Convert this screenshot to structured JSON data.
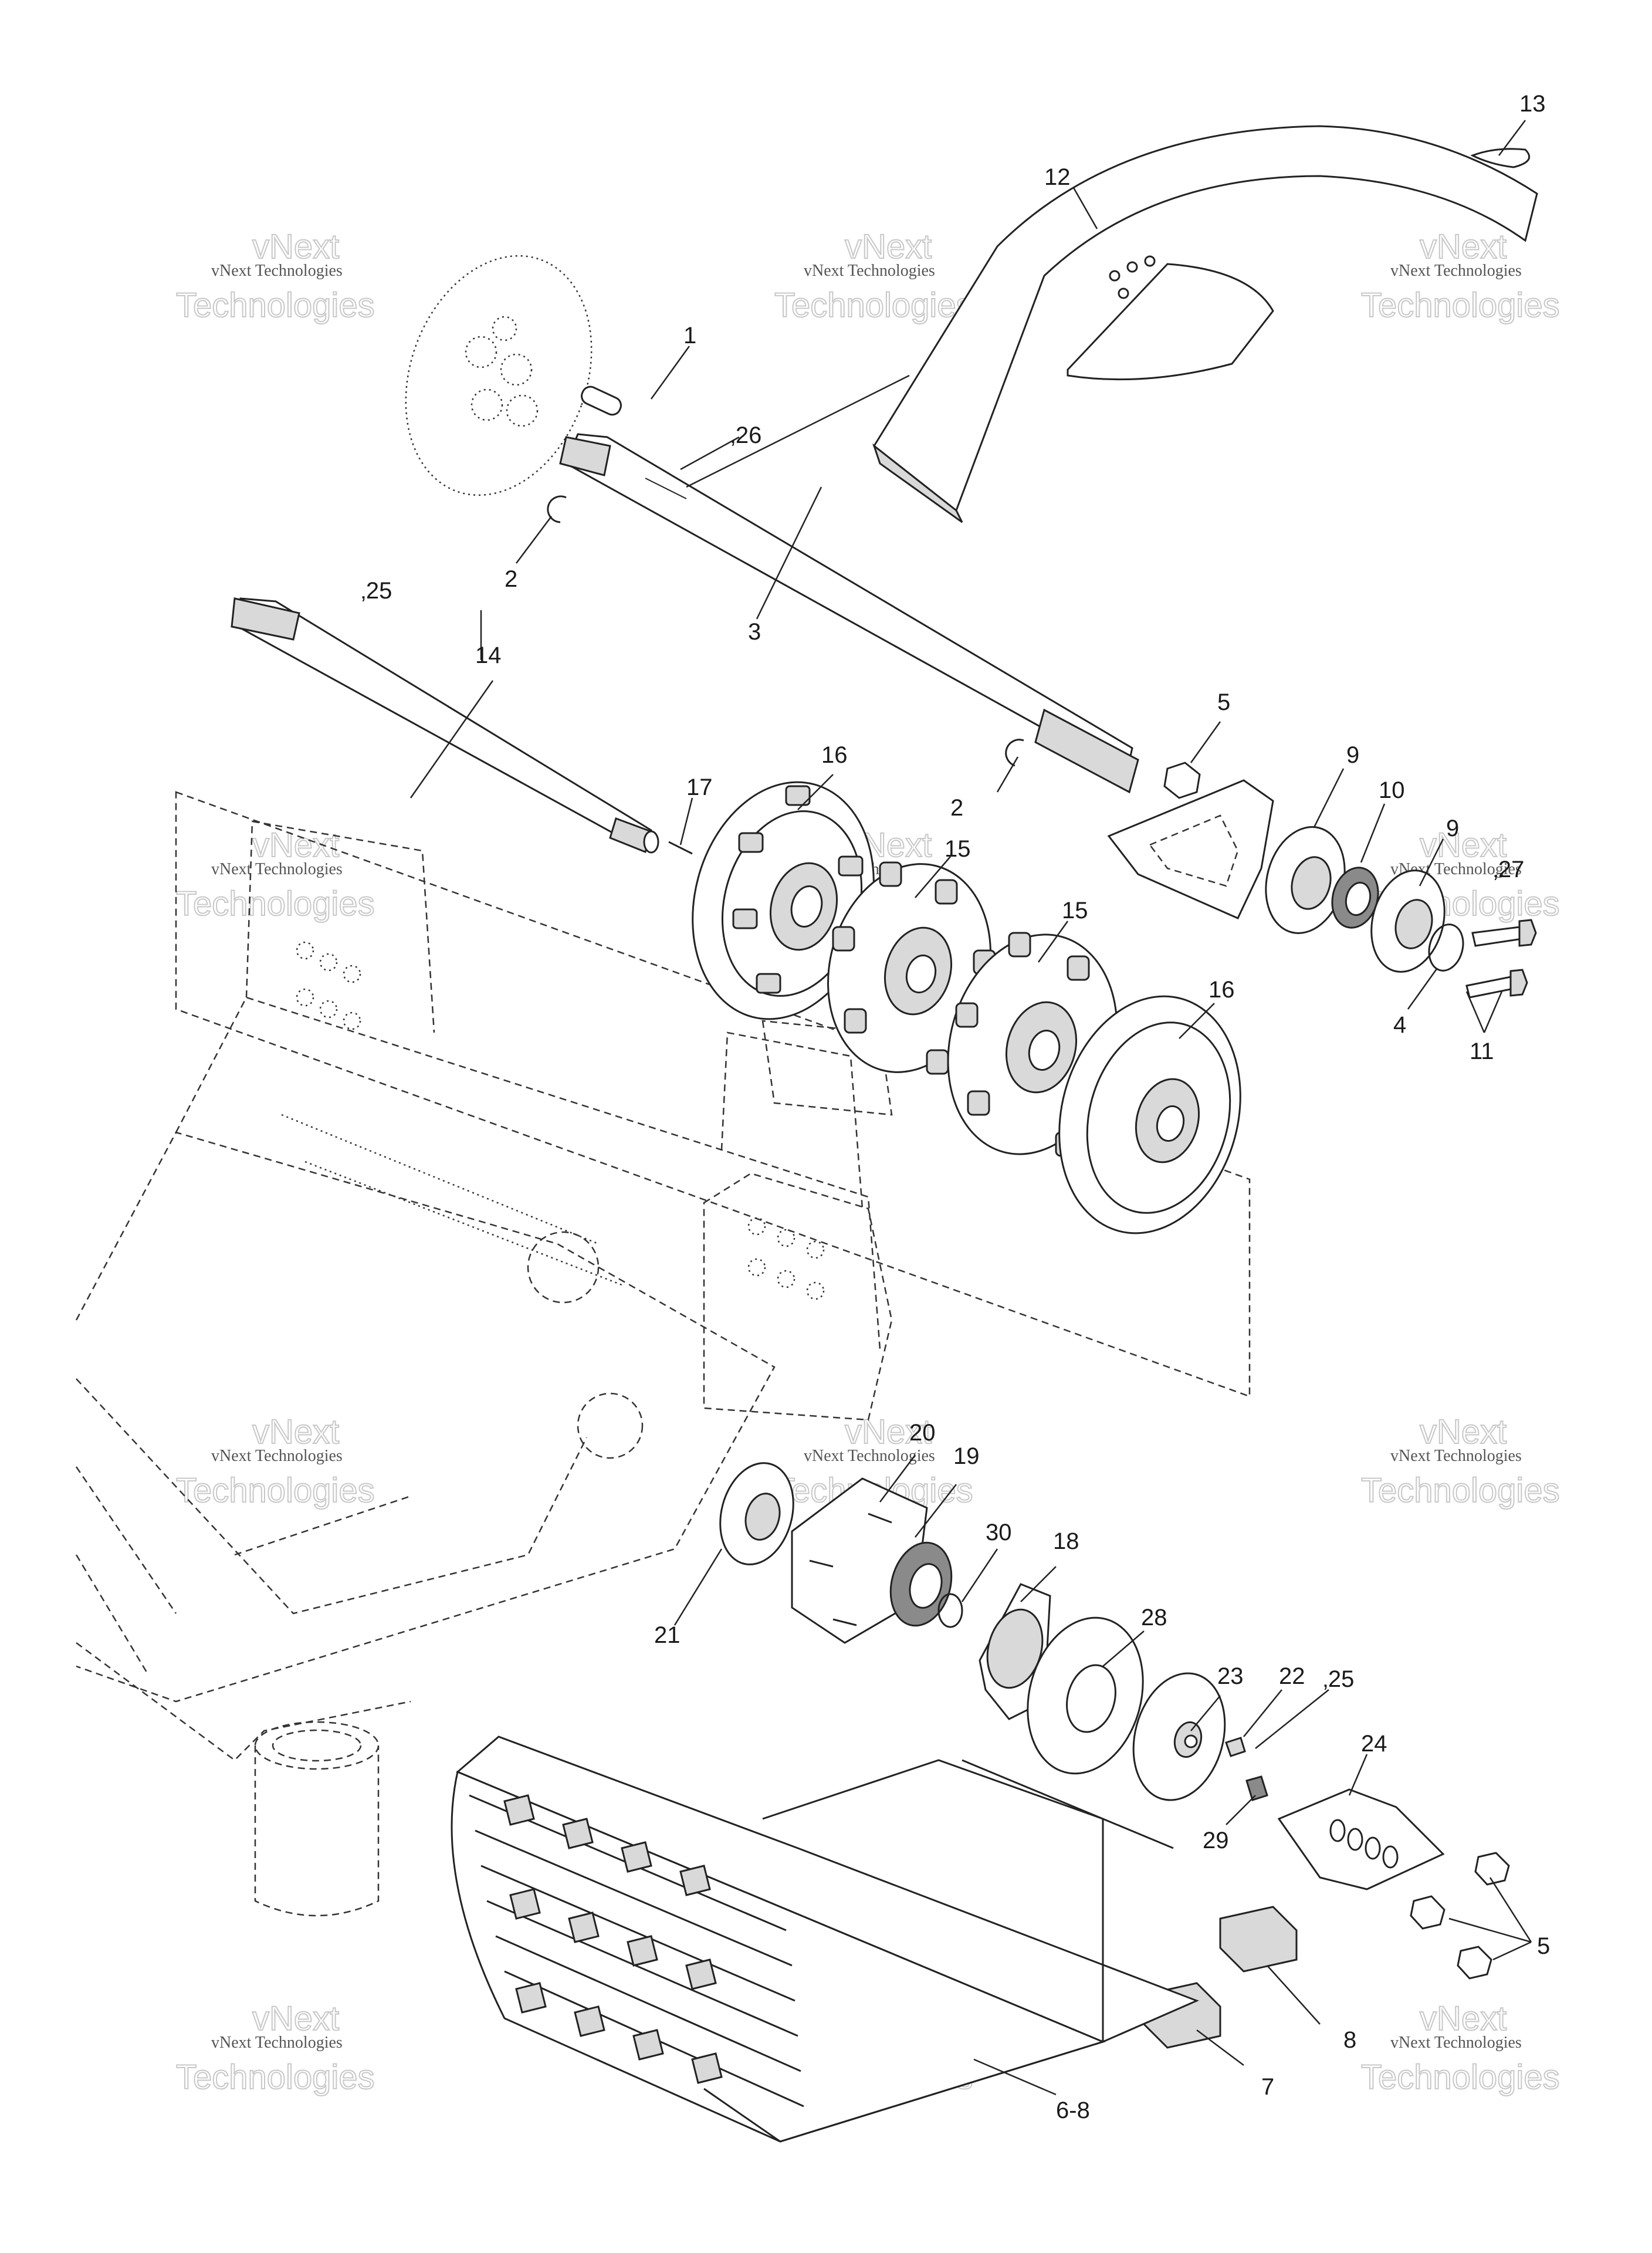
{
  "callouts": {
    "c1": "1",
    "c2a": "2",
    "c2b": "2",
    "c3": "3",
    "c4": "4",
    "c5a": "5",
    "c5b": "5",
    "c6_8": "6-8",
    "c7": "7",
    "c8": "8",
    "c9a": "9",
    "c9b": "9",
    "c10": "10",
    "c11": "11",
    "c12": "12",
    "c13": "13",
    "c14": "14",
    "c15a": "15",
    "c15b": "15",
    "c16a": "16",
    "c16b": "16",
    "c17": "17",
    "c18": "18",
    "c19": "19",
    "c20": "20",
    "c21": "21",
    "c22": "22",
    "c23": "23",
    "c24": "24",
    "c25a": "‚25",
    "c25b": "‚25",
    "c26": "‚26",
    "c27": "‚27",
    "c28": "28",
    "c29": "29",
    "c30": "30"
  },
  "watermark": {
    "line1": "vNext Technologies",
    "line2a": "vNext",
    "line2b": "Technologies"
  },
  "colors": {
    "ink": "#222222",
    "watermark": "#c8c8c8",
    "background": "#ffffff"
  }
}
